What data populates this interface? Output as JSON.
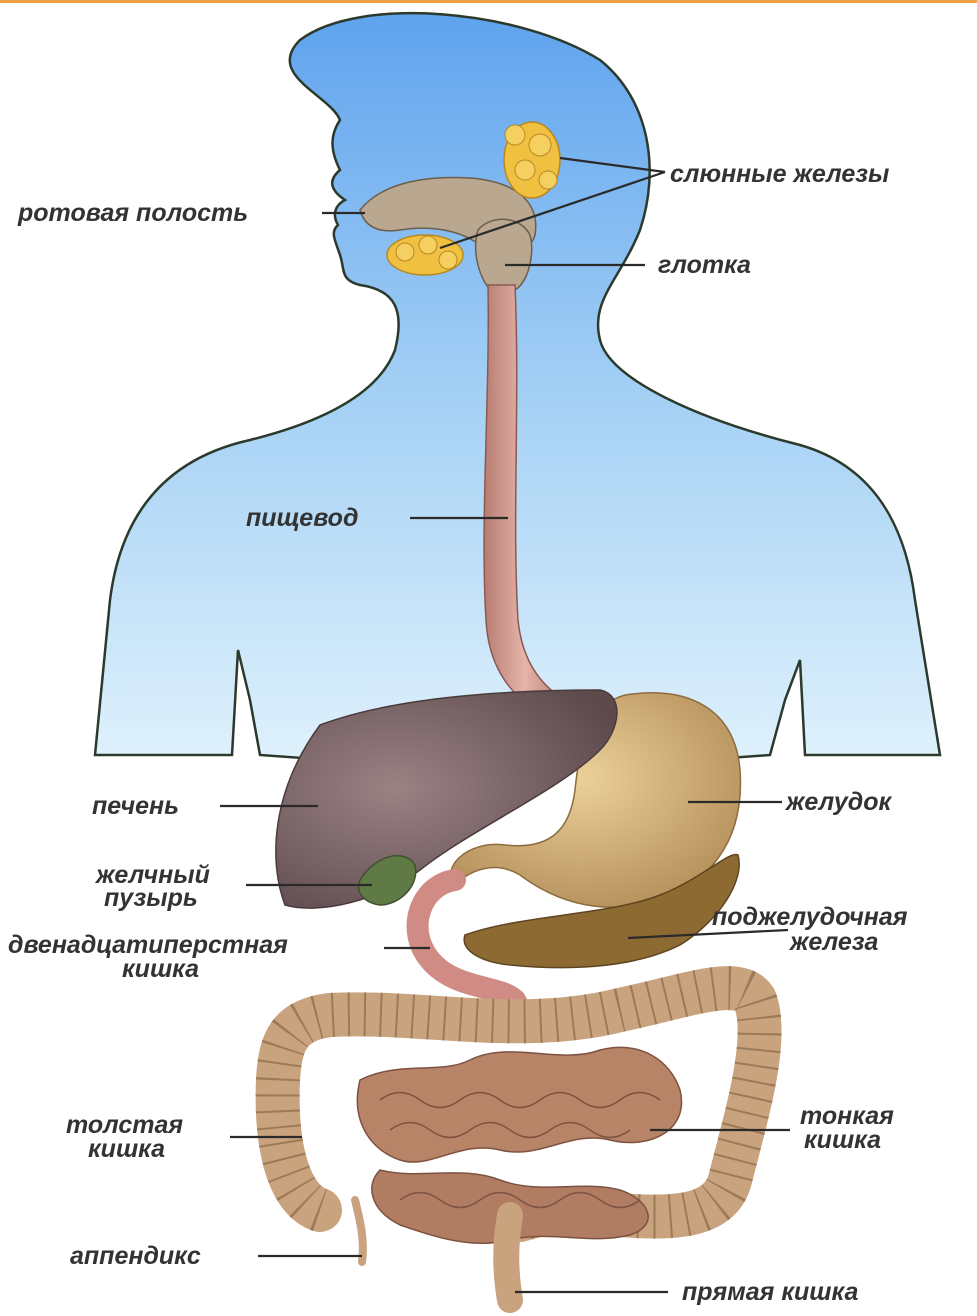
{
  "labels": {
    "mouth": "ротовая полость",
    "salivary_glands": "слюнные железы",
    "pharynx": "глотка",
    "esophagus": "пищевод",
    "liver": "печень",
    "stomach": "желудок",
    "gallbladder_1": "желчный",
    "gallbladder_2": "пузырь",
    "duodenum_1": "двенадцатиперстная",
    "duodenum_2": "кишка",
    "pancreas_1": "поджелудочная",
    "pancreas_2": "железа",
    "large_intestine_1": "толстая",
    "large_intestine_2": "кишка",
    "small_intestine_1": "тонкая",
    "small_intestine_2": "кишка",
    "appendix": "аппендикс",
    "rectum": "прямая кишка"
  },
  "colors": {
    "body_top": "#5fa3ee",
    "body_bottom": "#d8eefb",
    "outline": "#2b3a2b",
    "esophagus": "#d09a8f",
    "liver": "#7a6466",
    "stomach": "#d8b67f",
    "gallbladder": "#5f7a45",
    "pancreas": "#8e6a33",
    "intestine": "#c9a27e",
    "small_intestine": "#b88468",
    "glands": "#f0c040"
  }
}
